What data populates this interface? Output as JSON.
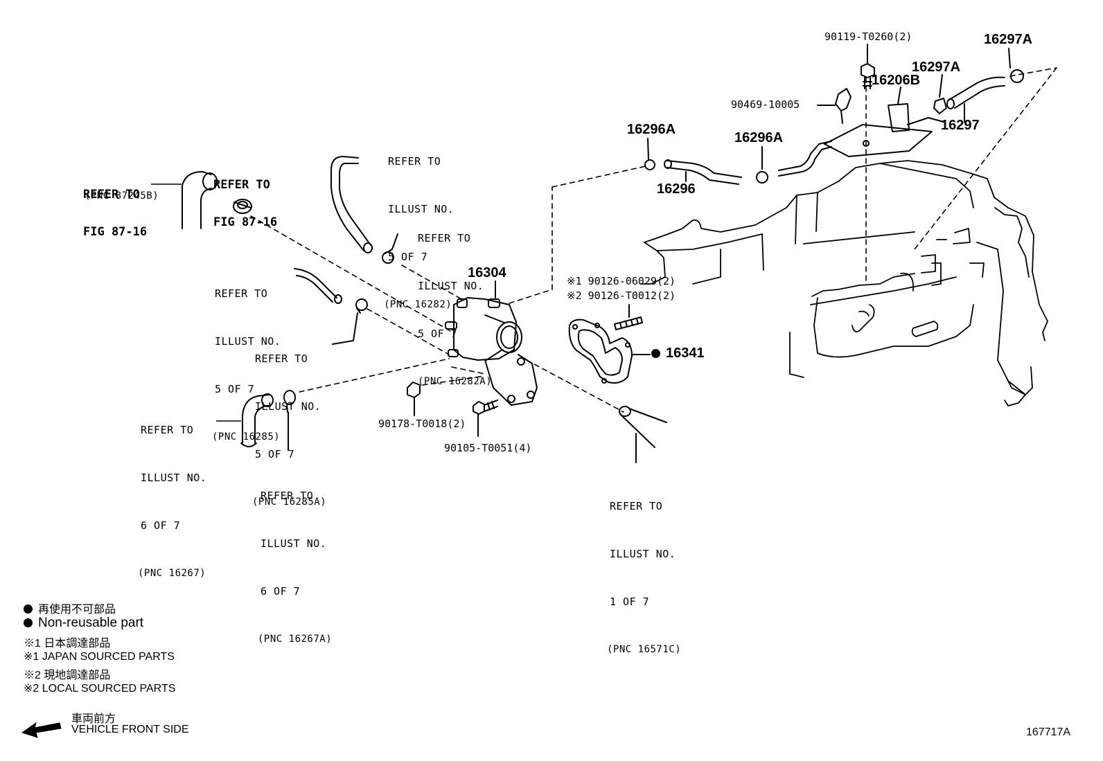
{
  "diagram_code": "167717A",
  "part_numbers": {
    "p16304": "16304",
    "p16341": "16341",
    "p16296": "16296",
    "p16296a_left": "16296A",
    "p16296a_right": "16296A",
    "p16297": "16297",
    "p16297a_top": "16297A",
    "p16297a_mid": "16297A",
    "p16206b": "16206B",
    "p90119": "90119-T0260(2)",
    "p90469": "90469-10005",
    "p90178": "90178-T0018(2)",
    "p90105": "90105-T0051(4)",
    "p90126_1": "※1 90126-06029(2)",
    "p90126_2": "※2 90126-T0012(2)"
  },
  "references": {
    "fig_87245b": [
      "REFER TO",
      "FIG 87-16",
      "(PNC 87245B)"
    ],
    "fig_87_16": [
      "REFER TO",
      "FIG 87-16"
    ],
    "pnc_16282": [
      "REFER TO",
      "ILLUST NO.",
      "5 OF 7",
      "(PNC 16282)"
    ],
    "pnc_16282a": [
      "REFER TO",
      "ILLUST NO.",
      "5 OF 7",
      "(PNC 16282A)"
    ],
    "pnc_16285": [
      "REFER TO",
      "ILLUST NO.",
      "5 OF 7",
      "(PNC 16285)"
    ],
    "pnc_16285a": [
      "REFER TO",
      "ILLUST NO.",
      "5 OF 7",
      "(PNC 16285A)"
    ],
    "pnc_16267": [
      "REFER TO",
      "ILLUST NO.",
      "6 OF 7",
      "(PNC 16267)"
    ],
    "pnc_16267a": [
      "REFER TO",
      "ILLUST NO.",
      "6 OF 7",
      "(PNC 16267A)"
    ],
    "pnc_16571c": [
      "REFER TO",
      "ILLUST NO.",
      "1 OF 7",
      "(PNC 16571C)"
    ]
  },
  "legend": {
    "non_reusable_jp": "再使用不可部品",
    "non_reusable_en": "Non-reusable part",
    "japan_sourced_jp": "※1 日本調達部品",
    "japan_sourced_en": "※1 JAPAN SOURCED PARTS",
    "local_sourced_jp": "※2 現地調達部品",
    "local_sourced_en": "※2 LOCAL SOURCED PARTS",
    "front_jp": "車両前方",
    "front_en": "VEHICLE FRONT SIDE"
  }
}
